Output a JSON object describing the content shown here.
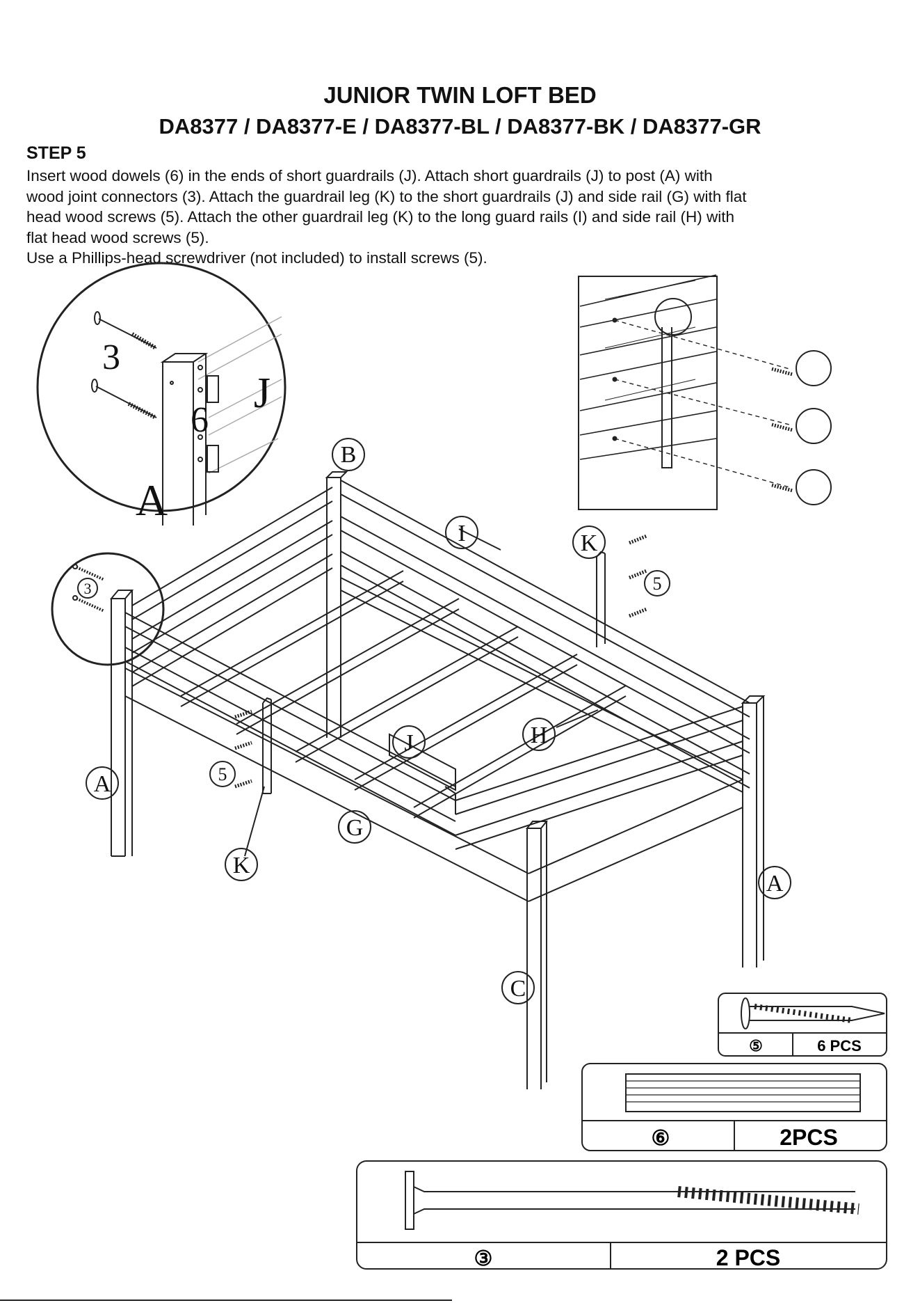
{
  "header": {
    "title": "JUNIOR TWIN LOFT BED",
    "models": "DA8377 / DA8377-E / DA8377-BL / DA8377-BK / DA8377-GR"
  },
  "step": {
    "label": "STEP 5",
    "lines": [
      "Insert wood dowels (6)  in the ends of short guardrails (J). Attach short guardrails (J) to post (A) with",
      "wood joint connectors (3). Attach the guardrail leg (K) to the short guardrails (J) and side rail (G) with flat",
      "head wood screws (5). Attach the other guardrail leg (K) to the long guard rails (I) and side rail (H) with",
      "flat head wood screws (5).",
      "Use a Phillips-head screwdriver (not included) to install screws (5)."
    ]
  },
  "diagram": {
    "labels": {
      "A_left": "A",
      "A_right": "A",
      "B": "B",
      "C": "C",
      "G": "G",
      "H": "H",
      "I": "I",
      "J": "J",
      "K_left": "K",
      "K_right": "K",
      "five_left": "5",
      "five_right": "5",
      "three_small": "3"
    },
    "zoom": {
      "three": "3",
      "six": "6",
      "J": "J",
      "A": "A"
    }
  },
  "parts": [
    {
      "id": "5",
      "number": "⑤",
      "qty": "6 PCS"
    },
    {
      "id": "6",
      "number": "⑥",
      "qty": "2PCS"
    },
    {
      "id": "3",
      "number": "③",
      "qty": "2 PCS"
    }
  ]
}
